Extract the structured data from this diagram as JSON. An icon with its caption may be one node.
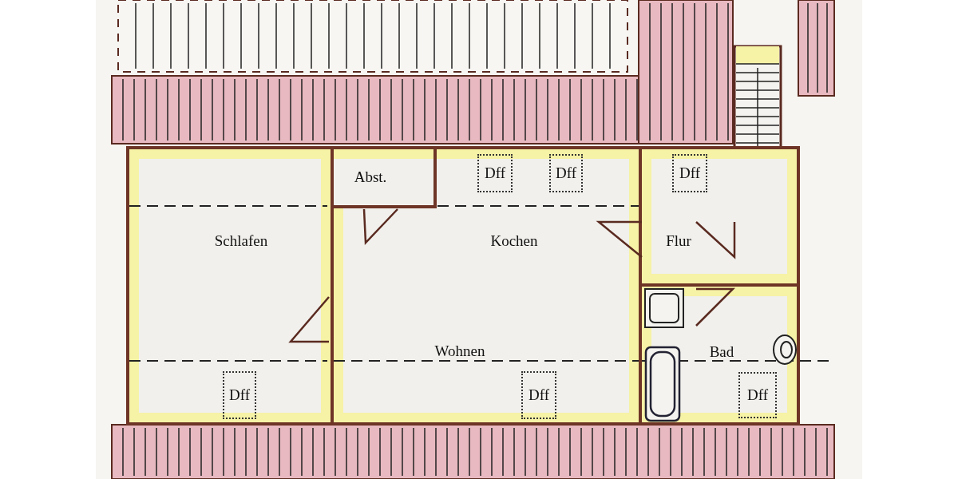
{
  "diagram": {
    "nodes": [
      {
        "text": [
          "Schlafen"
        ]
      },
      {
        "text": [
          "Dff"
        ],
        "in": 0
      },
      {
        "text": [
          "Abst."
        ],
        "in": 3
      },
      {
        "text": [
          "Kochen",
          "Wohnen"
        ]
      },
      {
        "text": [
          "Dff"
        ],
        "in": 3
      },
      {
        "text": [
          "Dff"
        ],
        "in": 3
      },
      {
        "text": [
          "Dff"
        ],
        "in": 3
      },
      {
        "text": [
          "Flur"
        ]
      },
      {
        "text": [
          "Dff"
        ],
        "in": 7
      },
      {
        "text": [
          "Bad"
        ]
      },
      {
        "text": [
          "Dff"
        ],
        "in": 9
      }
    ]
  }
}
